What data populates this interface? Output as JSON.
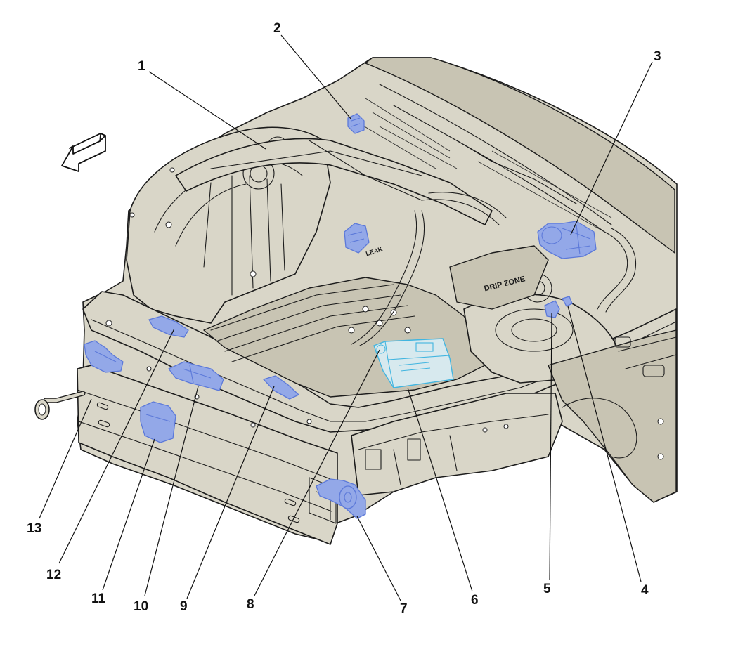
{
  "figure": {
    "background": "#ffffff",
    "body_color": "#d9d6c8",
    "highlight_color": "#93a8e8",
    "module_color": "#41b5e0",
    "direction_arrow": "front-direction-arrow",
    "engine_bay_label": "DRIP ZONE",
    "reservoir_label": "LEAK"
  },
  "callouts": [
    {
      "id": "1",
      "label": "1"
    },
    {
      "id": "2",
      "label": "2"
    },
    {
      "id": "3",
      "label": "3"
    },
    {
      "id": "4",
      "label": "4"
    },
    {
      "id": "5",
      "label": "5"
    },
    {
      "id": "6",
      "label": "6"
    },
    {
      "id": "7",
      "label": "7"
    },
    {
      "id": "8",
      "label": "8"
    },
    {
      "id": "9",
      "label": "9"
    },
    {
      "id": "10",
      "label": "10"
    },
    {
      "id": "11",
      "label": "11"
    },
    {
      "id": "12",
      "label": "12"
    },
    {
      "id": "13",
      "label": "13"
    }
  ]
}
